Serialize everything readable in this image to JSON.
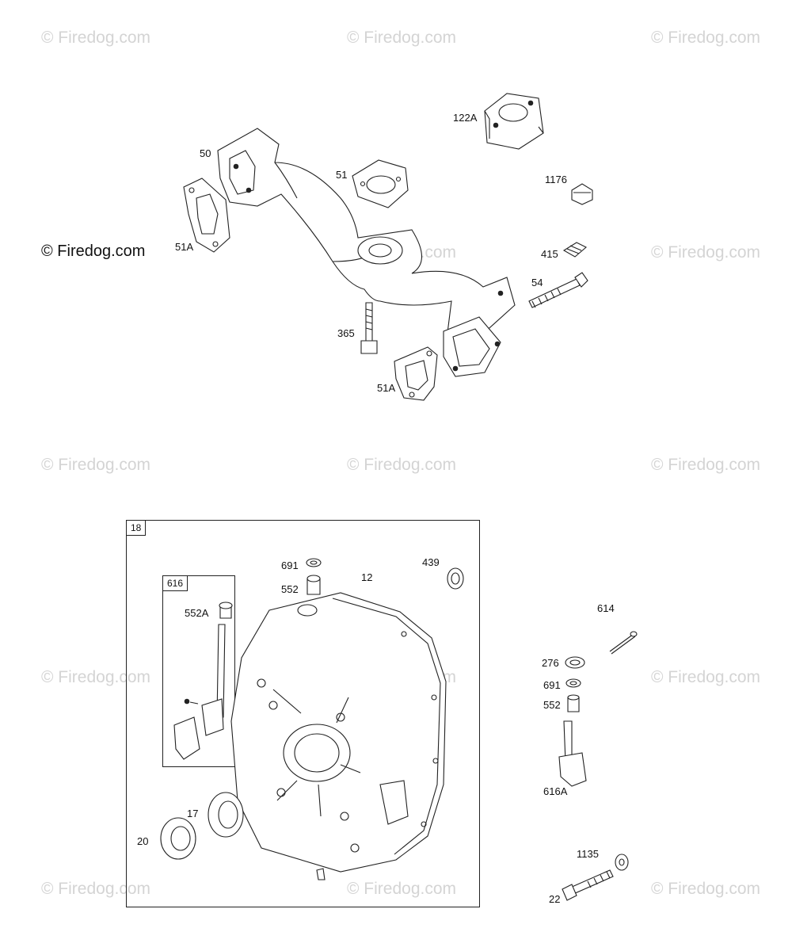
{
  "watermark": {
    "text": "© Firedog.com",
    "prominent_text": "© Firedog.com"
  },
  "diagram": {
    "top_section": {
      "labels": {
        "l122A": "122A",
        "l50": "50",
        "l51": "51",
        "l1176": "1176",
        "l51A_left": "51A",
        "l415": "415",
        "l54": "54",
        "l365": "365",
        "l51A_bottom": "51A"
      }
    },
    "inset_18": {
      "tag": "18",
      "labels": {
        "l691": "691",
        "l12": "12",
        "l439": "439",
        "l552": "552",
        "l17": "17",
        "l20": "20"
      },
      "sub_inset_616": {
        "tag": "616",
        "labels": {
          "l552A": "552A"
        }
      }
    },
    "right_section": {
      "labels": {
        "l614": "614",
        "l276": "276",
        "l691": "691",
        "l552": "552",
        "l616A": "616A",
        "l1135": "1135",
        "l22": "22"
      }
    }
  }
}
